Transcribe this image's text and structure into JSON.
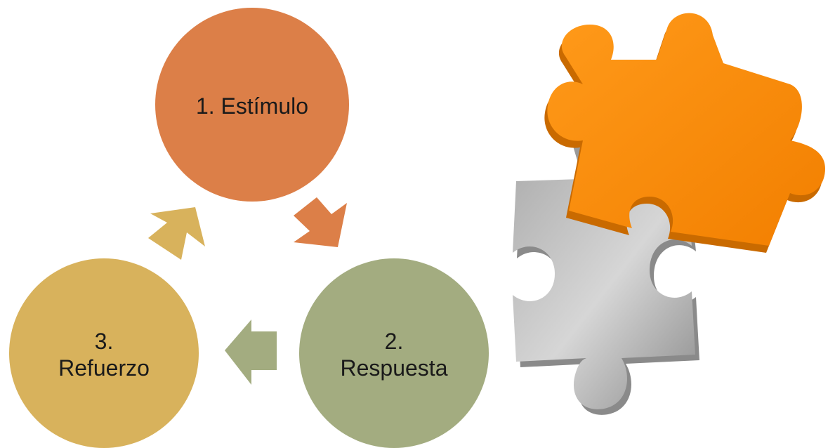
{
  "diagram": {
    "nodes": [
      {
        "id": "1",
        "label": "1. Estímulo",
        "color": "#dc7f48"
      },
      {
        "id": "2",
        "label": "2.\nRespuesta",
        "color": "#a3ac80"
      },
      {
        "id": "3",
        "label": "3.\nRefuerzo",
        "color": "#d8b25c"
      }
    ],
    "arrows": [
      {
        "from": "1",
        "to": "2",
        "color": "#dc7f48"
      },
      {
        "from": "2",
        "to": "3",
        "color": "#a3ac80"
      },
      {
        "from": "3",
        "to": "1",
        "color": "#d8b25c"
      }
    ]
  },
  "illustration": {
    "name": "puzzle-pieces",
    "colors": {
      "orange": "#ff8a00",
      "orange_edge": "#c96a00",
      "gray": "#c4c4c4",
      "gray_edge": "#8a8a8a"
    }
  }
}
